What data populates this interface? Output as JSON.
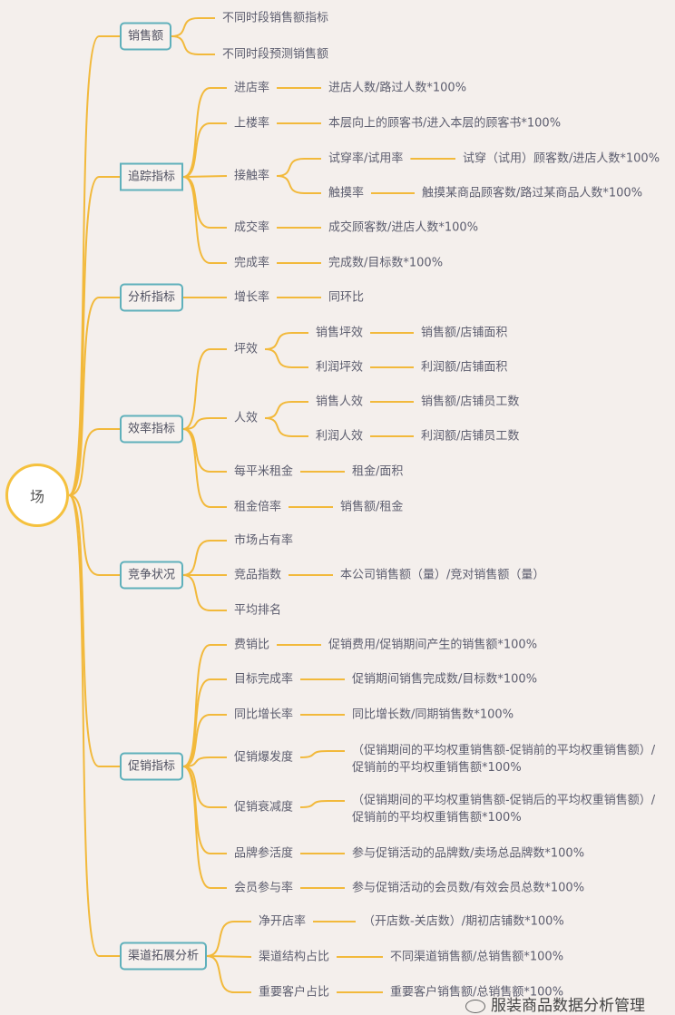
{
  "root": "场",
  "line_color": "#f2b93b",
  "box_color": "#5fb0bb",
  "categories": {
    "sales": {
      "label": "销售额",
      "items": [
        "不同时段销售额指标",
        "不同时段预测销售额"
      ]
    },
    "tracking": {
      "label": "追踪指标",
      "items": [
        {
          "label": "进店率",
          "value": "进店人数/路过人数*100%"
        },
        {
          "label": "上楼率",
          "value": "本层向上的顾客书/进入本层的顾客书*100%"
        },
        {
          "label": "接触率",
          "children": [
            {
              "label": "试穿率/试用率",
              "value": "试穿（试用）顾客数/进店人数*100%"
            },
            {
              "label": "触摸率",
              "value": "触摸某商品顾客数/路过某商品人数*100%"
            }
          ]
        },
        {
          "label": "成交率",
          "value": "成交顾客数/进店人数*100%"
        },
        {
          "label": "完成率",
          "value": "完成数/目标数*100%"
        }
      ]
    },
    "analysis": {
      "label": "分析指标",
      "items": [
        {
          "label": "增长率",
          "value": "同环比"
        }
      ]
    },
    "efficiency": {
      "label": "效率指标",
      "items": [
        {
          "label": "坪效",
          "children": [
            {
              "label": "销售坪效",
              "value": "销售额/店铺面积"
            },
            {
              "label": "利润坪效",
              "value": "利润额/店铺面积"
            }
          ]
        },
        {
          "label": "人效",
          "children": [
            {
              "label": "销售人效",
              "value": "销售额/店铺员工数"
            },
            {
              "label": "利润人效",
              "value": "利润额/店铺员工数"
            }
          ]
        },
        {
          "label": "每平米租金",
          "value": "租金/面积"
        },
        {
          "label": "租金倍率",
          "value": "销售额/租金"
        }
      ]
    },
    "competition": {
      "label": "竞争状况",
      "items": [
        {
          "label": "市场占有率"
        },
        {
          "label": "竞品指数",
          "value": "本公司销售额（量）/竞对销售额（量）"
        },
        {
          "label": "平均排名"
        }
      ]
    },
    "promotion": {
      "label": "促销指标",
      "items": [
        {
          "label": "费销比",
          "value": "促销费用/促销期间产生的销售额*100%"
        },
        {
          "label": "目标完成率",
          "value": "促销期间销售完成数/目标数*100%"
        },
        {
          "label": "同比增长率",
          "value": "同比增长数/同期销售数*100%"
        },
        {
          "label": "促销爆发度",
          "value": "（促销期间的平均权重销售额-促销前的平均权重销售额）/促销前的平均权重销售额*100%"
        },
        {
          "label": "促销衰减度",
          "value": "（促销期间的平均权重销售额-促销后的平均权重销售额）/促销前的平均权重销售额*100%"
        },
        {
          "label": "品牌参活度",
          "value": "参与促销活动的品牌数/卖场总品牌数*100%"
        },
        {
          "label": "会员参与率",
          "value": "参与促销活动的会员数/有效会员总数*100%"
        }
      ]
    },
    "channel": {
      "label": "渠道拓展分析",
      "items": [
        {
          "label": "净开店率",
          "value": "（开店数-关店数）/期初店铺数*100%"
        },
        {
          "label": "渠道结构占比",
          "value": "不同渠道销售额/总销售额*100%"
        },
        {
          "label": "重要客户占比",
          "value": "重要客户销售额/总销售额*100%"
        }
      ]
    }
  },
  "watermark": "服装商品数据分析管理"
}
